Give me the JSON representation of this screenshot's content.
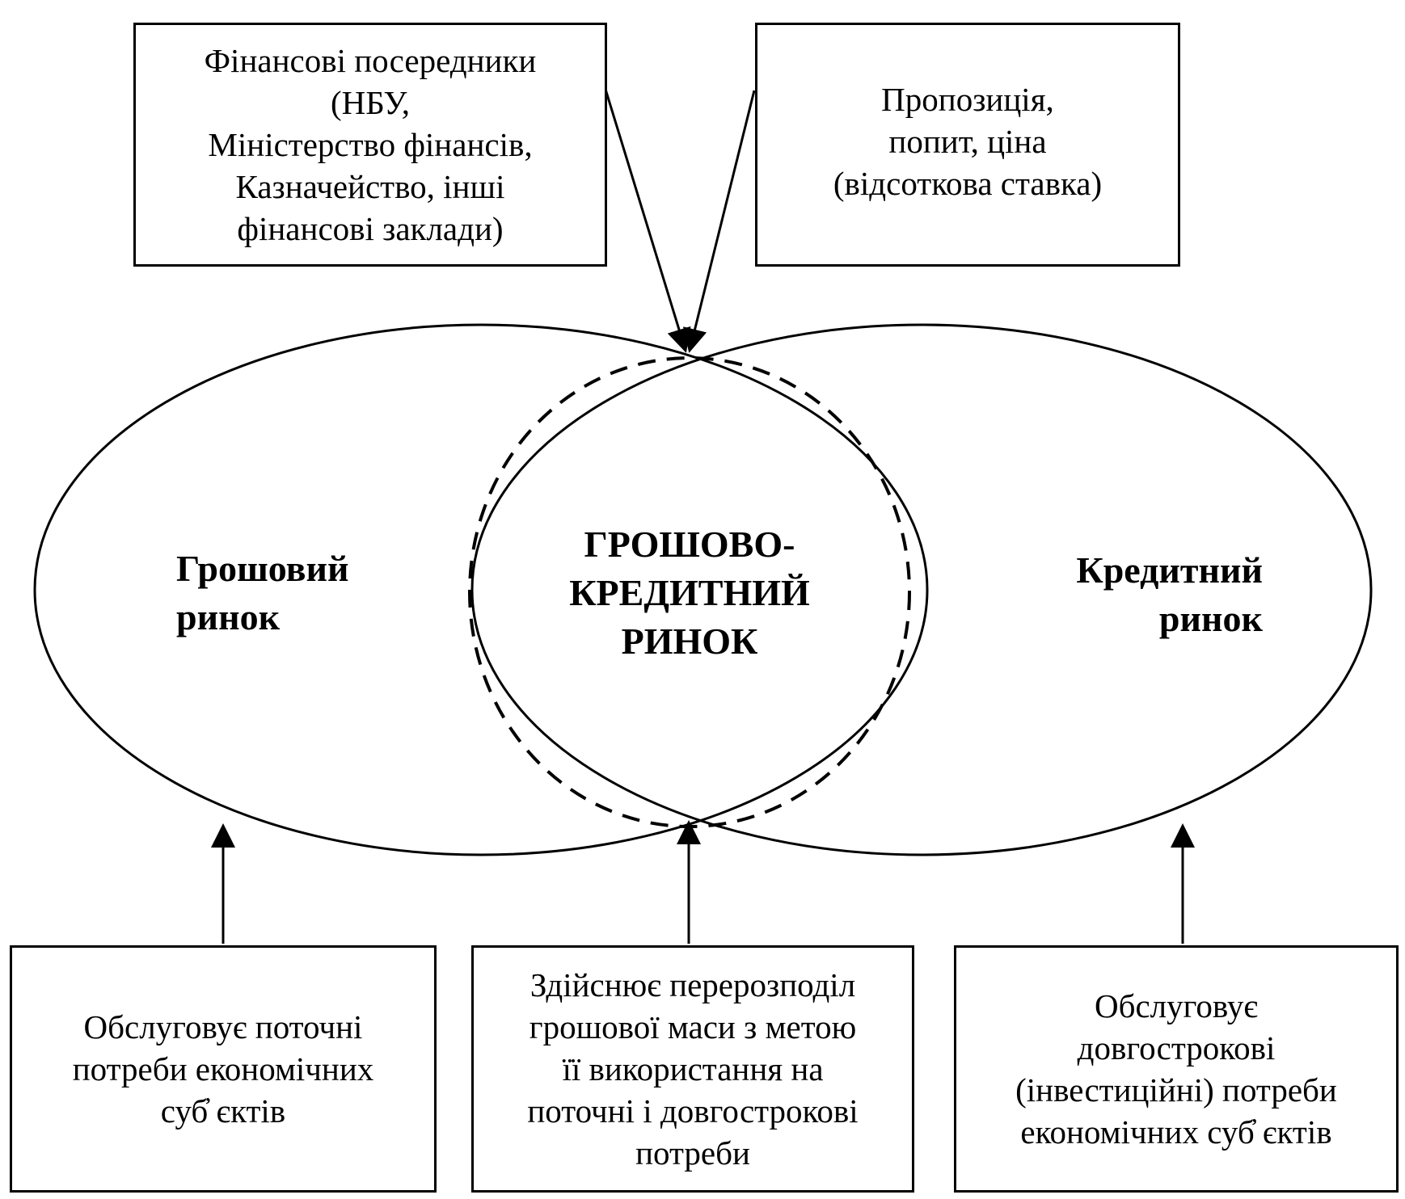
{
  "boxes": {
    "intermediaries": "Фінансові посередники\n(НБУ,\nМіністерство фінансів,\nКазначейство, інші\nфінансові заклади)",
    "supply_demand": "Пропозиція,\nпопит, ціна\n(відсоткова ставка)",
    "current_needs": "Обслуговує поточні\nпотреби економічних\nсуб̓ єктів",
    "redistribution": "Здійснює перерозподіл\nгрошової маси з метою\nїї використання на\nпоточні і довгострокові\nпотреби",
    "long_term_needs": "Обслуговує\nдовгострокові\n(інвестиційні) потреби\nекономічних суб̓ єктів"
  },
  "markets": {
    "money_market": "Грошовий\nринок",
    "credit_market": "Кредитний\nринок",
    "monetary_credit_market": "ГРОШОВО-\nКРЕДИТНИЙ\nРИНОК"
  }
}
